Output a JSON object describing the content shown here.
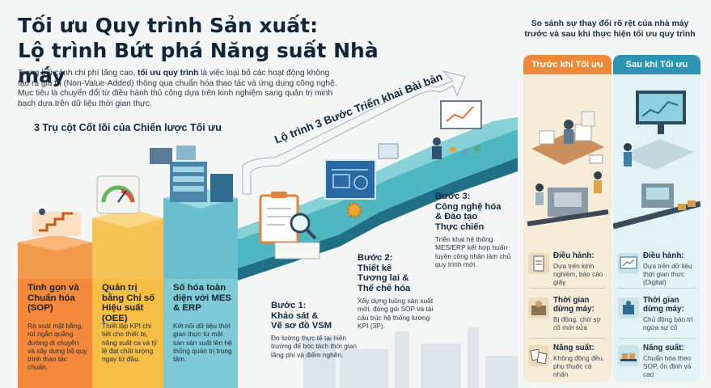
{
  "title_line1": "Tối ưu Quy trình Sản xuất:",
  "title_line2": "Lộ trình Bứt phá Năng suất Nhà máy",
  "intro": {
    "part1": "Trong bối cảnh chi phí tăng cao, ",
    "bold": "tối ưu quy trình",
    "part2": " là việc loại bỏ các hoạt động không tạo ra giá trị (Non-Value-Added) thông qua chuẩn hóa thao tác và ứng dụng công nghệ. Mục tiêu là chuyển đổi từ điều hành thủ công dựa trên kinh nghiệm sang quản trị minh bạch dựa trên dữ liệu thời gian thực."
  },
  "pillars_heading": "3 Trụ cột Cốt lõi của Chiến lược Tối ưu",
  "pillars": [
    {
      "title": "Tinh gọn và Chuẩn hóa (SOP)",
      "desc": "Rà soát mặt bằng, rút ngắn quãng đường di chuyển và xây dựng bộ quy trình thao tác chuẩn."
    },
    {
      "title": "Quản trị bằng Chỉ số Hiệu suất (OEE)",
      "desc": "Thiết lập KPI chi tiết cho thiết bị, năng suất ca và tỷ lệ đạt chất lượng ngay từ đầu."
    },
    {
      "title": "Số hóa toàn diện với MES & ERP",
      "desc": "Kết nối dữ liệu thời gian thực từ mặt sàn sản xuất lên hệ thống quản trị trung tâm."
    }
  ],
  "roadmap_title": "Lộ trình 3 Bước Triển khai Bài bản",
  "steps": [
    {
      "title_l1": "Bước 1:",
      "title_l2": "Khảo sát &",
      "title_l3": "Vẽ sơ đồ VSM",
      "desc": "Đo lường thực tế tại hiện trường để bóc tách thời gian lãng phí và điểm nghẽn."
    },
    {
      "title_l1": "Bước 2:",
      "title_l2": "Thiết kế",
      "title_l3": "Tương lai &",
      "title_l4": "Thể chế hóa",
      "desc": "Xây dựng luồng sản xuất mới, đóng gói SOP và tái cấu trúc hệ thống lương KPI (3P)."
    },
    {
      "title_l1": "Bước 3:",
      "title_l2": "Công nghệ hóa",
      "title_l3": "& Đào tạo",
      "title_l4": "Thực chiến",
      "desc": "Triển khai hệ thống MES/ERP kết hợp huấn luyện công nhân làm chủ quy trình mới."
    }
  ],
  "comparison": {
    "heading": "So sánh sự thay đổi rõ rệt của nhà máy trước và sau khi thực hiện tối ưu quy trình",
    "before_label": "Trước khi Tối ưu",
    "after_label": "Sau khi Tối ưu",
    "before": [
      {
        "label": "Điều hành:",
        "value": "Dựa trên kinh nghiệm, báo cáo giấy"
      },
      {
        "label": "Thời gian dừng máy:",
        "value": "Bị động, chờ sợ cố mới sửa"
      },
      {
        "label": "Năng suất:",
        "value": "Không đồng đều, phụ thuộc cá nhân"
      }
    ],
    "after": [
      {
        "label": "Điều hành:",
        "value": "Dựa trên dữ liệu thời gian thực (Digital)"
      },
      {
        "label": "Thời gian dừng máy:",
        "value": "Chủ động bảo trì ngừa sự cố"
      },
      {
        "label": "Năng suất:",
        "value": "Chuẩn hóa theo SOP, ổn định và cao"
      }
    ]
  },
  "colors": {
    "navy": "#12263a",
    "orange": "#f4893b",
    "yellow": "#f7be45",
    "teal": "#7ecad6",
    "before_head": "#ec8a3a",
    "after_head": "#2f94b2"
  },
  "icons": {
    "roadmap": [
      "vsm-clipboard-magnifier-icon",
      "blueprint-gear-icon",
      "training-presentation-icon"
    ],
    "pillars": [
      "lean-stairs-icon",
      "oee-gauge-icon",
      "mes-server-icon"
    ],
    "before_rows": [
      "clipboard-paper-icon",
      "broken-machine-icon",
      "scattered-papers-icon"
    ],
    "after_rows": [
      "monitor-chart-icon",
      "maintenance-robot-icon",
      "conveyor-boxes-icon"
    ]
  }
}
